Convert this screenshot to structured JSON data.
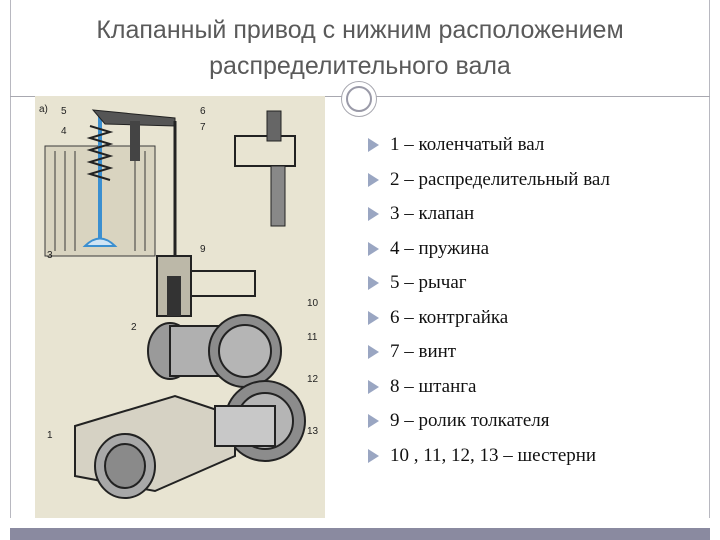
{
  "title": {
    "line1": "Клапанный привод с нижним расположением",
    "line2": "распределительного вала"
  },
  "figure": {
    "panel_label": "а)",
    "callouts": [
      "5",
      "6",
      "7",
      "4",
      "3",
      "9",
      "10",
      "2",
      "11",
      "12",
      "13",
      "1"
    ]
  },
  "legend": [
    "1 – коленчатый вал",
    "2 – распределительный вал",
    "3 – клапан",
    "4 – пружина",
    "5 – рычаг",
    "6 – контргайка",
    "7 – винт",
    "8 – штанга",
    "9 – ролик толкателя",
    "10 , 11, 12, 13 – шестерни"
  ],
  "colors": {
    "title": "#5a5a5a",
    "bullet": "#9aa6c2",
    "footer": "#8a8aa0",
    "figure_bg": "#e8e4d2"
  }
}
